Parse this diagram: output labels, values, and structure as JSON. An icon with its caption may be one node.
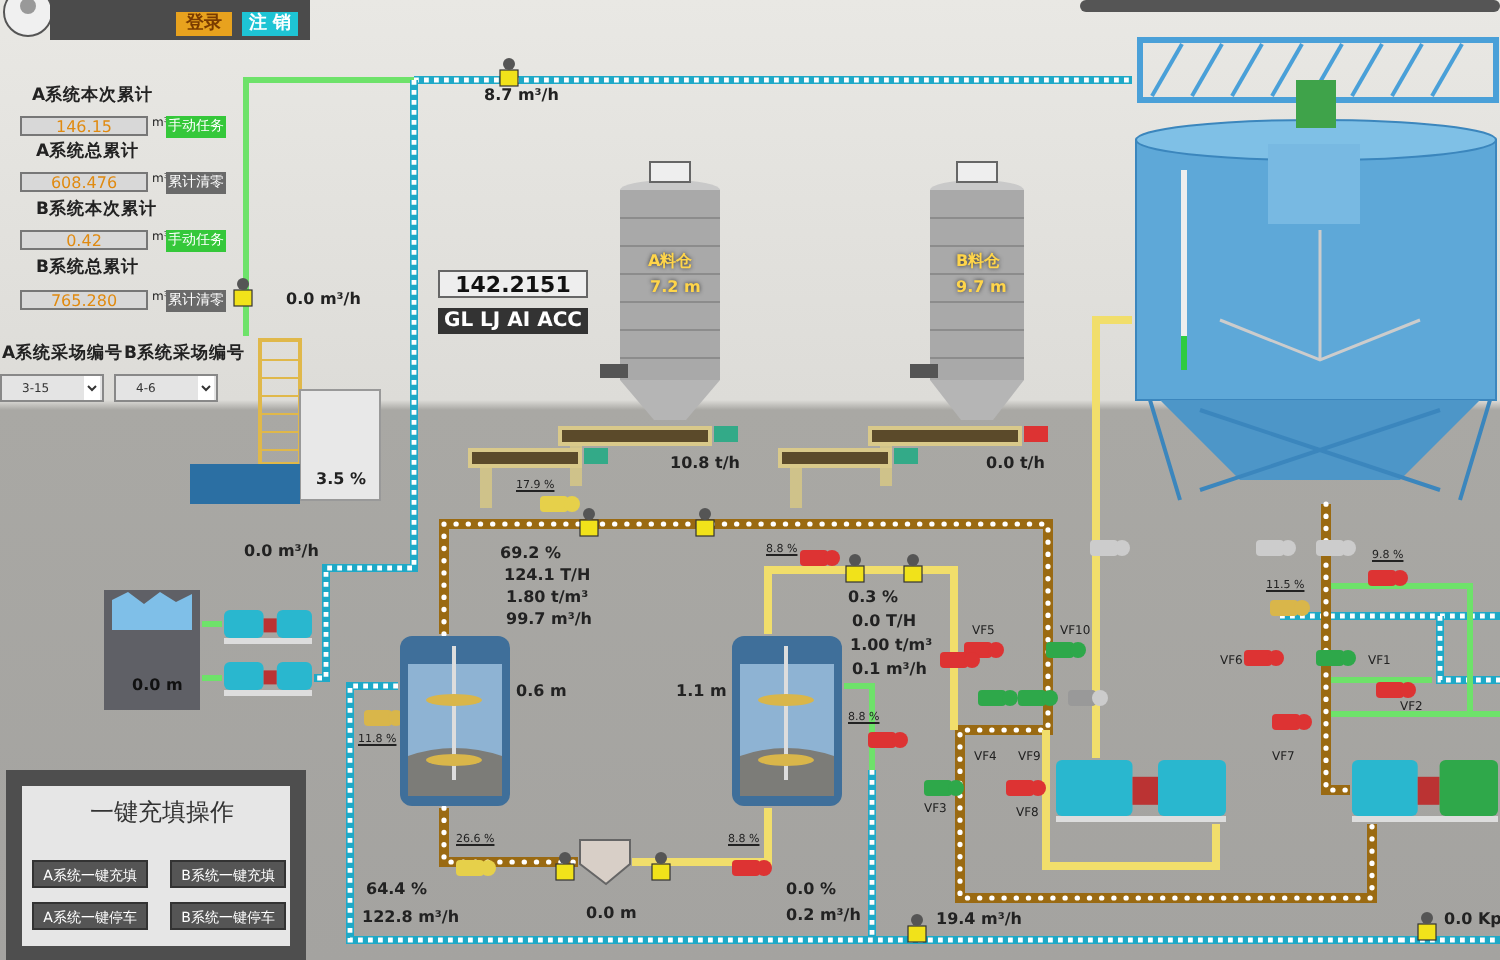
{
  "diagram": {
    "nodes": [
      {
        "text": [],
        "shape": "box"
      },
      {
        "text": [
          "0.0 m"
        ]
      },
      {
        "text": [],
        "shape": "pump"
      },
      {
        "text": [],
        "shape": "pump"
      },
      {
        "text": [],
        "shape": "cylinder",
        "beside": [
          "0.6 m"
        ]
      },
      {
        "text": [],
        "shape": "cylinder",
        "beside": [
          "1.1 m"
        ]
      },
      {
        "text": [],
        "shape": "box",
        "beside": [
          "0.0 m"
        ]
      },
      {
        "text": [],
        "shape": "cylinder"
      },
      {
        "text": [],
        "shape": "pump"
      },
      {
        "text": [],
        "shape": "pump"
      }
    ],
    "edges": [
      {
        "from": 0,
        "to": null,
        "arrow": "none",
        "color": "#6ee26a"
      },
      {
        "from": null,
        "to": 7,
        "arrow": "none",
        "color": "#1fa9c7"
      },
      {
        "from": null,
        "to": 3,
        "arrow": "none",
        "color": "#1fa9c7"
      },
      {
        "from": 4,
        "to": null,
        "arrow": "none",
        "color": "#1fa9c7"
      },
      {
        "from": 5,
        "to": null,
        "arrow": "none",
        "color": "#6ee26a"
      },
      {
        "from": 4,
        "to": 9,
        "arrow": "none",
        "color": "#9a6a12"
      },
      {
        "from": 7,
        "to": 9,
        "arrow": "none",
        "color": "#9a6a12"
      },
      {
        "from": 4,
        "to": 6,
        "arrow": "none",
        "color": "#9a6a12"
      },
      {
        "from": 6,
        "to": 5,
        "arrow": "none",
        "color": "#f1de6b"
      },
      {
        "from": 5,
        "to": null,
        "arrow": "none",
        "color": "#f1de6b"
      },
      {
        "from": 7,
        "to": 8,
        "arrow": "none",
        "color": "#f1de6b"
      },
      {
        "from": 8,
        "to": null,
        "arrow": "none",
        "color": "#f1de6b"
      },
      {
        "from": 1,
        "to": 2,
        "arrow": "none",
        "color": "#6ee26a"
      },
      {
        "from": 1,
        "to": 3,
        "arrow": "none",
        "color": "#6ee26a"
      }
    ],
    "labels": [
      "登录",
      "注 销",
      "A系统本次累计",
      "146.15",
      "m³",
      "手动任务",
      "A系统总累计",
      "608.476",
      "m³",
      "累计清零",
      "B系统本次累计",
      "0.42",
      "m³",
      "手动任务",
      "B系统总累计",
      "765.280",
      "m³",
      "累计清零",
      "8.7 m³/h",
      "0.0 m³/h",
      "142.2151",
      "GL LJ AI ACC",
      "A系统采场编号",
      "B系统采场编号",
      "3-15",
      "4-6",
      "A料仓",
      "7.2 m",
      "B料仓",
      "9.7 m",
      "10.8 t/h",
      "0.0 t/h",
      "17.9 %",
      "3.5 %",
      "0.0 m³/h",
      "69.2 %",
      "124.1 T/H",
      "1.80 t/m³",
      "99.7 m³/h",
      "8.8 %",
      "0.3 %",
      "0.0 T/H",
      "1.00 t/m³",
      "0.1 m³/h",
      "11.5 %",
      "9.8 %",
      "VF5",
      "VF10",
      "VF6",
      "VF1",
      "VF2",
      "VF4",
      "VF9",
      "VF7",
      "VF3",
      "VF8",
      "11.8 %",
      "8.8 %",
      "一键充填操作",
      "A系统一键充填",
      "B系统一键充填",
      "A系统一键停车",
      "B系统一键停车",
      "26.6 %",
      "8.8 %",
      "64.4 %",
      "122.8 m³/h",
      "0.0 %",
      "0.2 m³/h",
      "19.4 m³/h",
      "0.0 Kp"
    ]
  }
}
